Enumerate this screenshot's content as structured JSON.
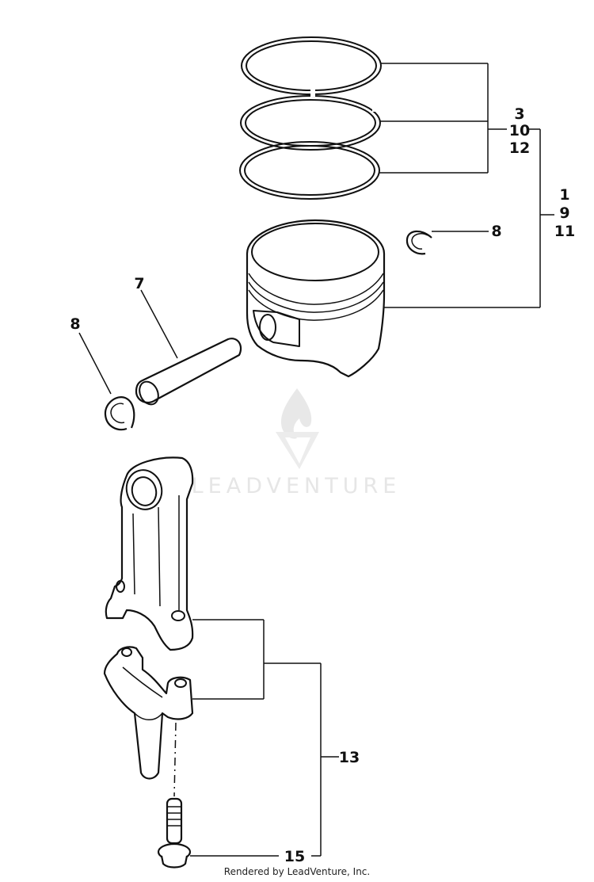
{
  "diagram": {
    "type": "exploded parts diagram",
    "subject": "Piston, rings, piston pin, circlips and connecting rod assembly",
    "callouts": [
      {
        "id": "c-3-10-12",
        "lines": [
          "3",
          "10",
          "12"
        ],
        "refers_to": "piston ring set"
      },
      {
        "id": "c-1-9-11",
        "lines": [
          "1",
          "9",
          "11"
        ],
        "refers_to": "piston assembly"
      },
      {
        "id": "c-8-right",
        "lines": [
          "8"
        ],
        "refers_to": "circlip (right)"
      },
      {
        "id": "c-7",
        "lines": [
          "7"
        ],
        "refers_to": "piston pin"
      },
      {
        "id": "c-8-left",
        "lines": [
          "8"
        ],
        "refers_to": "circlip (left)"
      },
      {
        "id": "c-13",
        "lines": [
          "13"
        ],
        "refers_to": "connecting rod assembly"
      },
      {
        "id": "c-15",
        "lines": [
          "15"
        ],
        "refers_to": "connecting rod bolt"
      }
    ]
  },
  "labels": {
    "l3": "3",
    "l10": "10",
    "l12": "12",
    "l1": "1",
    "l9": "9",
    "l11": "11",
    "l8a": "8",
    "l7": "7",
    "l8b": "8",
    "l13": "13",
    "l15": "15"
  },
  "watermark": {
    "text": "LEADVENTURE",
    "color": "#e6e6e6"
  },
  "footer": {
    "text": "Rendered by LeadVenture, Inc."
  }
}
